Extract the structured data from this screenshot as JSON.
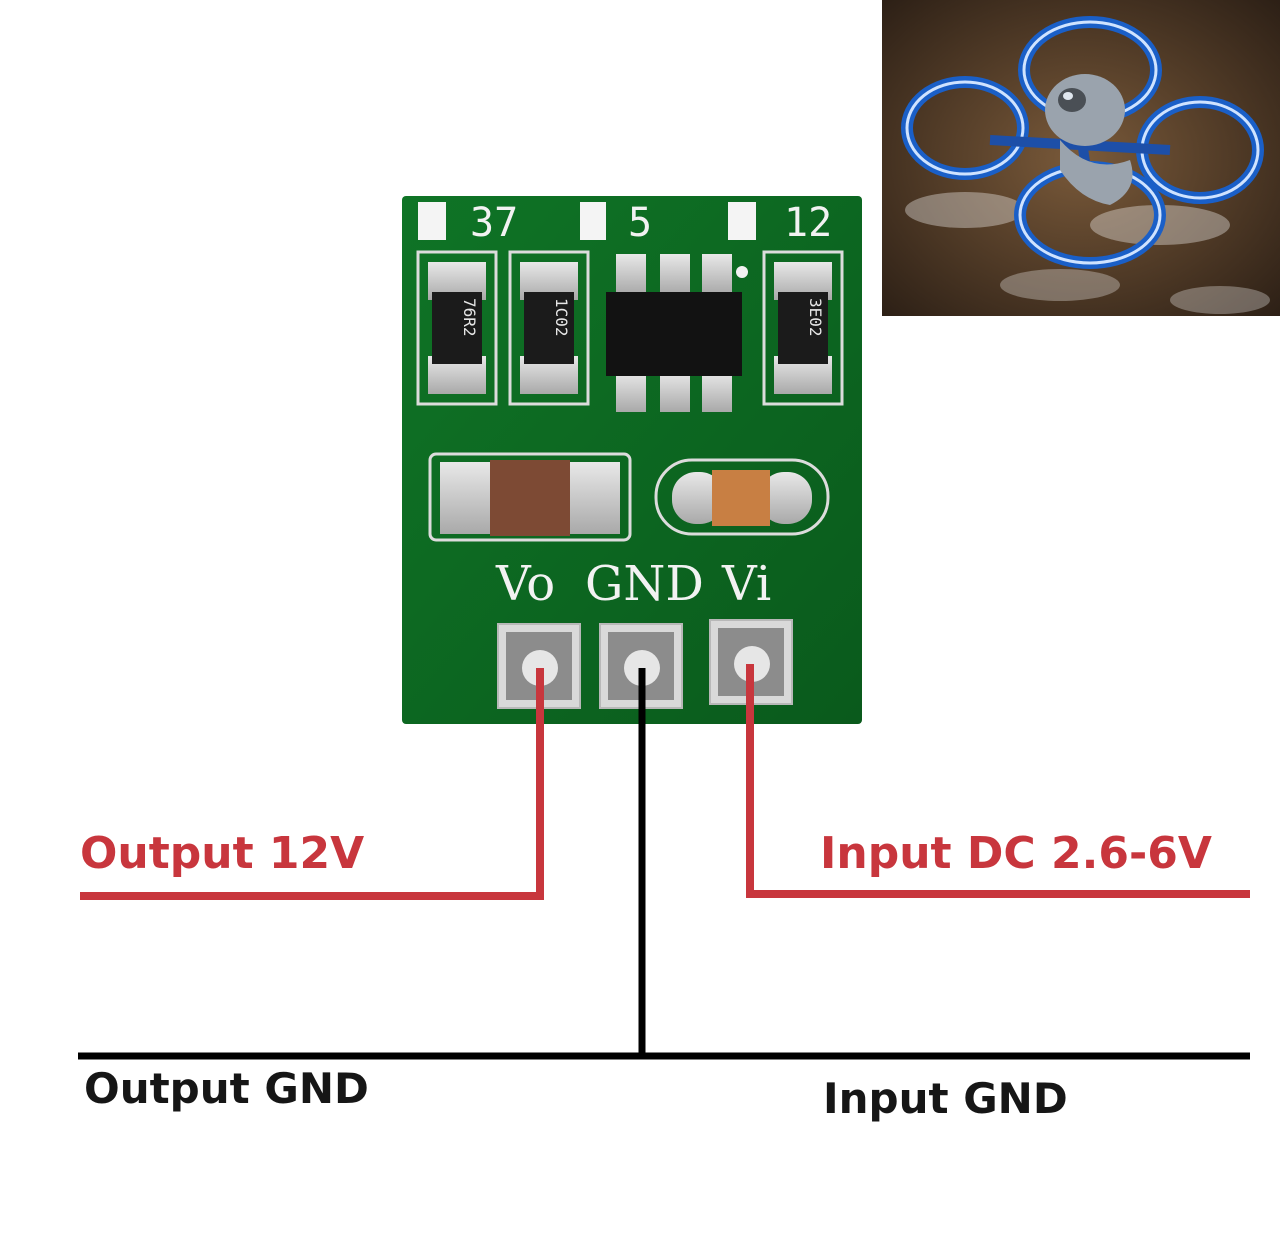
{
  "board": {
    "pad_labels": [
      "37",
      "5",
      "12"
    ],
    "pin_labels": [
      "Vo",
      "GND",
      "Vi"
    ],
    "resistor_codes": [
      "76R2",
      "1C02",
      "3E02"
    ]
  },
  "labels": {
    "output_voltage": "Output  12V",
    "input_voltage": "Input DC 2.6-6V",
    "output_gnd": "Output GND",
    "input_gnd": "Input GND"
  },
  "colors": {
    "wire_positive": "#c8363d",
    "wire_ground": "#000000",
    "pcb": "#0e6a22",
    "silkscreen": "#f2f2f2"
  },
  "icons": {
    "photo": "quadcopter-drone-icon"
  }
}
